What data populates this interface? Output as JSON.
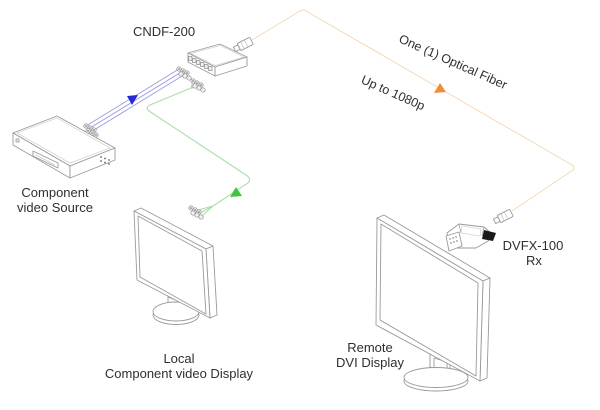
{
  "diagram": {
    "transmitter": {
      "label": "CNDF-200"
    },
    "receiver": {
      "label_line1": "DVFX-100",
      "label_line2": "Rx"
    },
    "source": {
      "label_line1": "Component",
      "label_line2": "video Source"
    },
    "local_display": {
      "label_line1": "Local",
      "label_line2": "Component video Display"
    },
    "remote_display": {
      "label_line1": "Remote",
      "label_line2": "DVI Display"
    },
    "fiber": {
      "label": "One (1) Optical Fiber",
      "note": "Up to 1080p"
    },
    "colors": {
      "component_cable": "#9a9ae0",
      "component_arrow": "#2328cf",
      "local_cable": "#aadfaa",
      "local_arrow": "#3ec43e",
      "fiber_cable": "#f5d8b8",
      "fiber_arrow": "#ef8c3a",
      "outline": "#9a9a9a",
      "text": "#2f2f2f"
    }
  }
}
